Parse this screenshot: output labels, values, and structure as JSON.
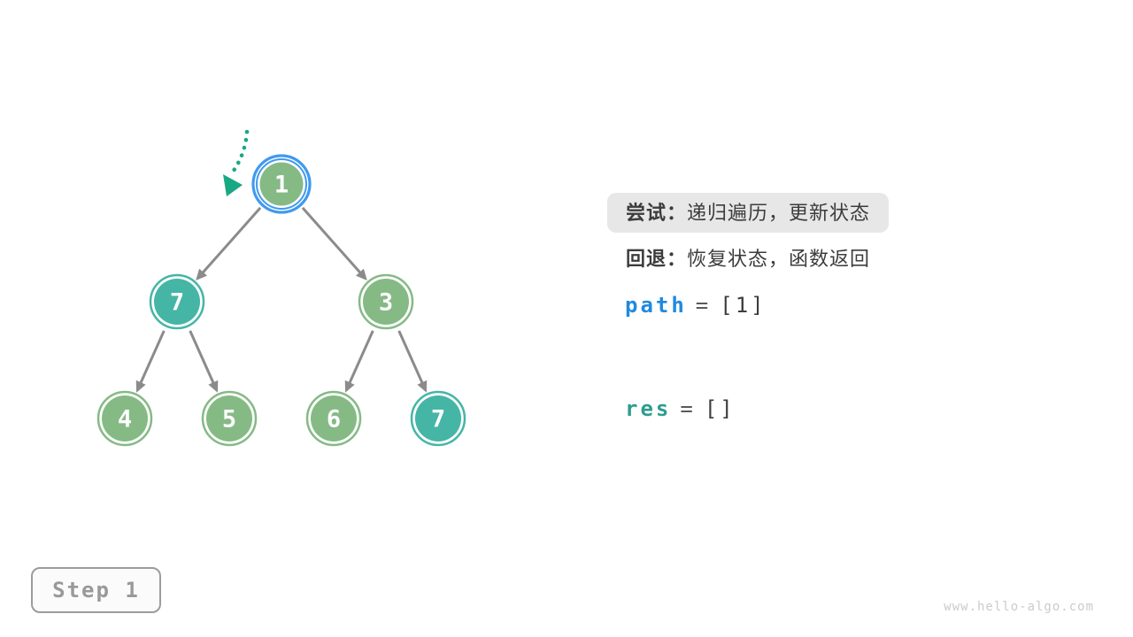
{
  "figure": {
    "step_label": "Step 1",
    "watermark": "www.hello-algo.com"
  },
  "panel": {
    "notes": [
      {
        "label": "尝试：",
        "text": "递归遍历，更新状态",
        "highlighted": true
      },
      {
        "label": "回退：",
        "text": "恢复状态，函数返回",
        "highlighted": false
      }
    ],
    "variables": [
      {
        "name": "path",
        "op": "=",
        "value": "[1]"
      },
      {
        "name": "res",
        "op": "=",
        "value": "[]"
      }
    ]
  },
  "tree": {
    "nodes": [
      {
        "value": "1",
        "state": "current"
      },
      {
        "value": "7",
        "state": "highlight"
      },
      {
        "value": "3",
        "state": "normal"
      },
      {
        "value": "4",
        "state": "normal"
      },
      {
        "value": "5",
        "state": "normal"
      },
      {
        "value": "6",
        "state": "normal"
      },
      {
        "value": "7",
        "state": "highlight"
      }
    ],
    "edges": [
      [
        0,
        1
      ],
      [
        0,
        2
      ],
      [
        1,
        3
      ],
      [
        1,
        4
      ],
      [
        2,
        5
      ],
      [
        2,
        6
      ]
    ]
  },
  "colors": {
    "node_green": "#85ba85",
    "node_teal": "#45b5a6",
    "active_ring_blue": "#3f9af0",
    "edge_gray": "#8b8b8b",
    "pointer_teal": "#19a884",
    "highlight_bg": "#e7e7e7",
    "code_blue": "#2089e0",
    "code_teal": "#2f9c8e",
    "text_dark": "#3c3c3c"
  }
}
